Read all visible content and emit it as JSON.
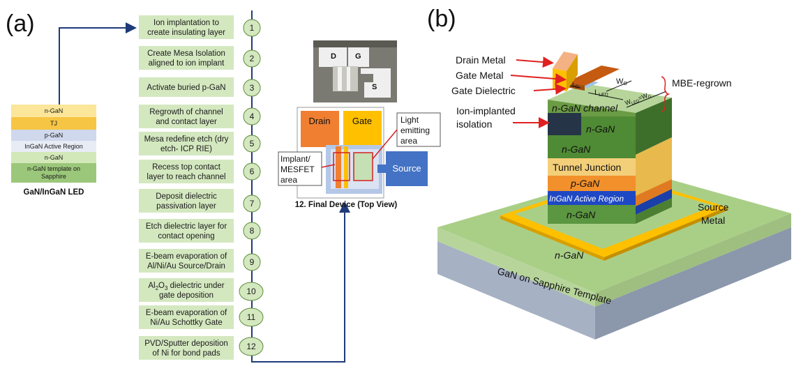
{
  "panel_a": {
    "label": "(a)",
    "led_stack": {
      "caption": "GaN/InGaN LED",
      "layers": [
        {
          "text": "n-GaN",
          "color": "#fbe69a"
        },
        {
          "text": "TJ",
          "color": "#f6c543"
        },
        {
          "text": "p-GaN",
          "color": "#cfd8ec"
        },
        {
          "text": "InGaN Active Region",
          "color": "#e7ecf5"
        },
        {
          "text": "n-GaN",
          "color": "#d3e8b8"
        },
        {
          "text": "n-GaN template on Sapphire",
          "color": "#9bc77a"
        }
      ]
    },
    "steps": [
      {
        "num": "1",
        "line1": "Ion implantation to",
        "line2": "create insulating layer"
      },
      {
        "num": "2",
        "line1": "Create Mesa Isolation",
        "line2": "aligned to ion implant"
      },
      {
        "num": "3",
        "line1": "Activate buried p-GaN",
        "line2": ""
      },
      {
        "num": "4",
        "line1": "Regrowth of channel",
        "line2": "and contact layer"
      },
      {
        "num": "5",
        "line1": "Mesa redefine etch (dry",
        "line2": "etch- ICP RIE)"
      },
      {
        "num": "6",
        "line1": "Recess top contact",
        "line2": "layer to reach channel"
      },
      {
        "num": "7",
        "line1": "Deposit dielectric",
        "line2": "passivation layer"
      },
      {
        "num": "8",
        "line1": "Etch dielectric layer for",
        "line2": "contact opening"
      },
      {
        "num": "9",
        "line1": "E-beam evaporation of",
        "line2": "Al/Ni/Au Source/Drain"
      },
      {
        "num": "10",
        "line1": "Al2O3 dielectric under",
        "line2": "gate deposition"
      },
      {
        "num": "11",
        "line1": "E-beam evaporation of",
        "line2": "Ni/Au Schottky Gate"
      },
      {
        "num": "12",
        "line1": "PVD/Sputter deposition",
        "line2": "of Ni for bond pads"
      }
    ],
    "micrograph_labels": {
      "d": "D",
      "g": "G",
      "s": "S"
    },
    "top_view": {
      "drain": "Drain",
      "gate": "Gate",
      "source": "Source",
      "light_line1": "Light",
      "light_line2": "emitting",
      "light_line3": "area",
      "implant_line1": "Implant/",
      "implant_line2": "MESFET",
      "implant_line3": "area",
      "caption": "12. Final Device (Top View)"
    },
    "colors": {
      "step_fill": "#d4e8c0",
      "arrow": "#1f3a7a",
      "drain": "#f07f32",
      "gate": "#ffc000",
      "source": "#4472c4"
    }
  },
  "panel_b": {
    "label": "(b)",
    "callouts": {
      "drain_metal": "Drain Metal",
      "gate_metal": "Gate Metal",
      "gate_dielectric": "Gate Dielectric",
      "ion_line1": "Ion-implanted",
      "ion_line2": "isolation",
      "mbe": "MBE-regrown",
      "source_line1": "Source",
      "source_line2": "Metal"
    },
    "dims": {
      "lg": "L",
      "lg_sub": "G",
      "wg": "W",
      "wg_sub": "G",
      "lled": "L",
      "lled_sub": "LED",
      "wled": "W",
      "wled_sub": "LED",
      "eq": "=W",
      "eq_sub": "G"
    },
    "layers": {
      "channel": "n-GaN channel",
      "ngan_right": "n-GaN",
      "ngan1": "n-GaN",
      "tunnel": "Tunnel Junction",
      "pgan": "p-GaN",
      "active": "InGaN Active Region",
      "ngan_bottom": "n-GaN",
      "template_ngan": "n-GaN",
      "substrate": "GaN on Sapphire Template"
    }
  }
}
